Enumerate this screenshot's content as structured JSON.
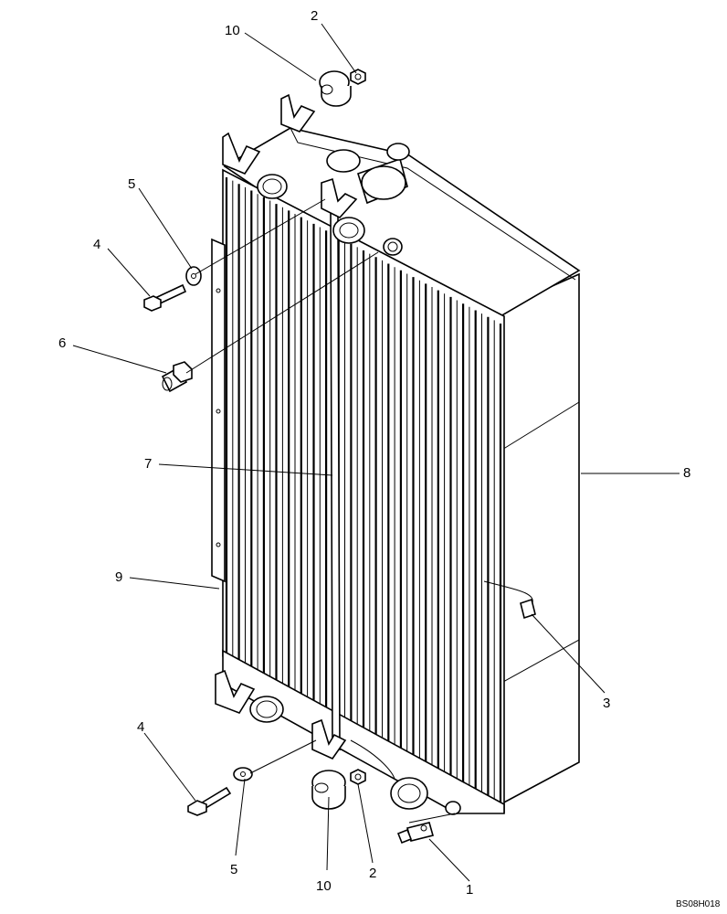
{
  "callouts": {
    "c1": "1",
    "c2_top": "2",
    "c2_bottom": "2",
    "c3": "3",
    "c4_top": "4",
    "c4_bottom": "4",
    "c5_top": "5",
    "c5_bottom": "5",
    "c6": "6",
    "c7": "7",
    "c8": "8",
    "c9": "9",
    "c10_top": "10",
    "c10_bottom": "10"
  },
  "drawing_code": "BS08H018"
}
